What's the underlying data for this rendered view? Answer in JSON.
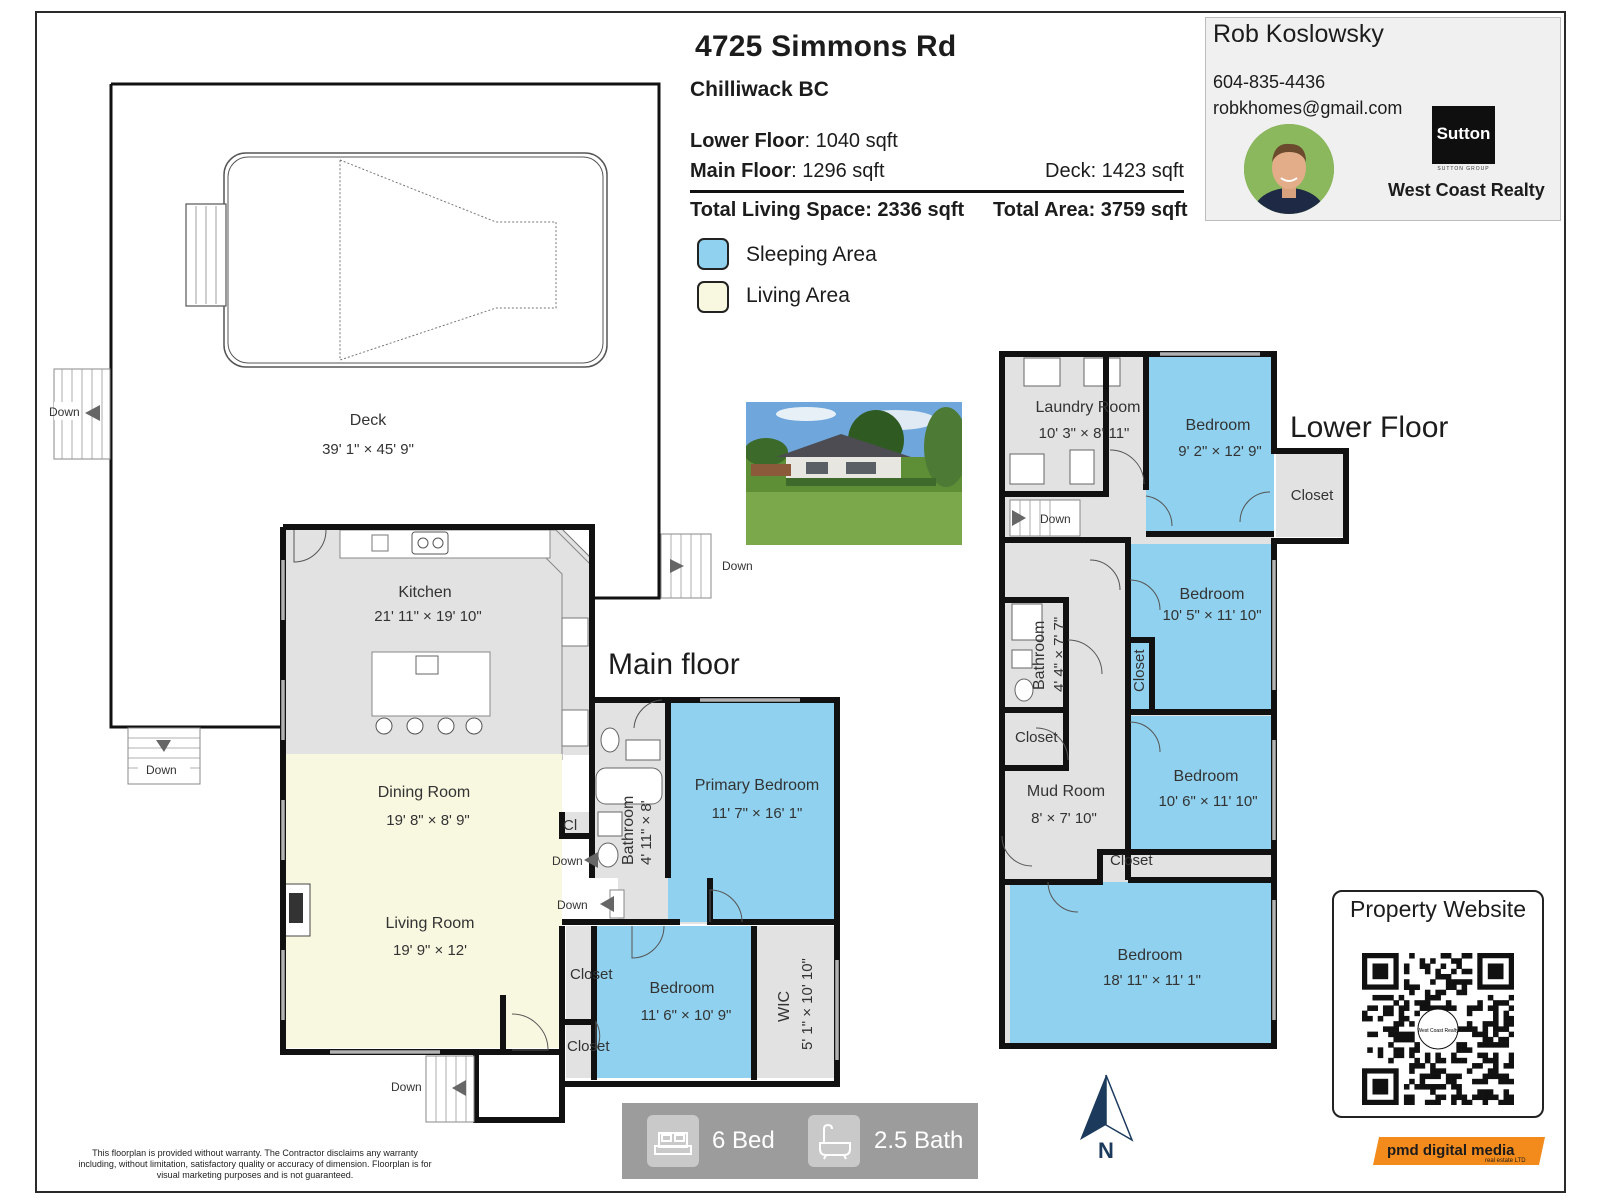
{
  "header": {
    "address": "4725 Simmons Rd",
    "city": "Chilliwack BC",
    "lower_floor_label": "Lower Floor",
    "lower_floor_value": ": 1040 sqft",
    "main_floor_label": "Main Floor",
    "main_floor_value": ": 1296 sqft",
    "deck_area": "Deck: 1423 sqft",
    "total_living": "Total Living Space: 2336 sqft",
    "total_area": "Total Area: 3759 sqft"
  },
  "legend": [
    {
      "label": "Sleeping Area",
      "color": "#8fd1ee"
    },
    {
      "label": "Living Area",
      "color": "#f8f8e0"
    }
  ],
  "colors": {
    "sleeping": "#8fd1ee",
    "living": "#f8f8e0",
    "other": "#e2e2e2",
    "wall": "#111111"
  },
  "agent": {
    "name": "Rob Koslowsky",
    "phone": "604-835-4436",
    "email": "robkhomes@gmail.com",
    "logo_text": "Sutton",
    "logo_sub": "SUTTON GROUP",
    "company": "West Coast Realty"
  },
  "main_floor": {
    "label": "Main floor",
    "rooms": {
      "deck": {
        "name": "Deck",
        "dims": "39' 1\" × 45' 9\""
      },
      "kitchen": {
        "name": "Kitchen",
        "dims": "21' 11\" × 19' 10\""
      },
      "dining": {
        "name": "Dining Room",
        "dims": "19' 8\" × 8' 9\""
      },
      "living": {
        "name": "Living Room",
        "dims": "19' 9\" × 12'"
      },
      "primary": {
        "name": "Primary Bedroom",
        "dims": "11' 7\" × 16' 1\""
      },
      "bathroom": {
        "name": "Bathroom",
        "dims": "4' 11\" × 8'"
      },
      "bedroom": {
        "name": "Bedroom",
        "dims": "11' 6\" × 10' 9\""
      },
      "wic": {
        "name": "WIC",
        "dims": "5' 1\" × 10' 10\""
      },
      "closet1": "Closet",
      "closet2": "Closet",
      "cl": "Cl"
    },
    "stairs": {
      "s1": "Down",
      "s2": "Down",
      "s3": "Down",
      "s4": "Down",
      "s5": "Down",
      "s6": "Down"
    }
  },
  "lower_floor": {
    "label": "Lower Floor",
    "rooms": {
      "laundry": {
        "name": "Laundry Room",
        "dims": "10' 3\" × 8' 11\""
      },
      "bed1": {
        "name": "Bedroom",
        "dims": "9' 2\" × 12' 9\""
      },
      "closet_r": "Closet",
      "bed2": {
        "name": "Bedroom",
        "dims": "10' 5\" × 11' 10\""
      },
      "bathroom": {
        "name": "Bathroom",
        "dims": "4' 4\" × 7' 7\""
      },
      "closet_v": "Closet",
      "closet_l": "Closet",
      "mud": {
        "name": "Mud Room",
        "dims": "8' × 7' 10\""
      },
      "bed3": {
        "name": "Bedroom",
        "dims": "10' 6\" × 11' 10\""
      },
      "closet_b": "Closet",
      "bed4": {
        "name": "Bedroom",
        "dims": "18' 11\" × 11' 1\""
      }
    },
    "stairs": {
      "s1": "Down"
    }
  },
  "summary": {
    "beds": "6 Bed",
    "baths": "2.5 Bath"
  },
  "compass": "N",
  "qr": {
    "title": "Property Website",
    "center": "West Coast Realty"
  },
  "disclaimer": "This floorplan is provided without warranty. The Contractor disclaims any warranty including, without limitation, satisfactory quality or accuracy of dimension. Floorplan is for visual marketing purposes and is not guaranteed.",
  "brand": {
    "name": "pmd digital media",
    "sub": "real estate LTD"
  }
}
